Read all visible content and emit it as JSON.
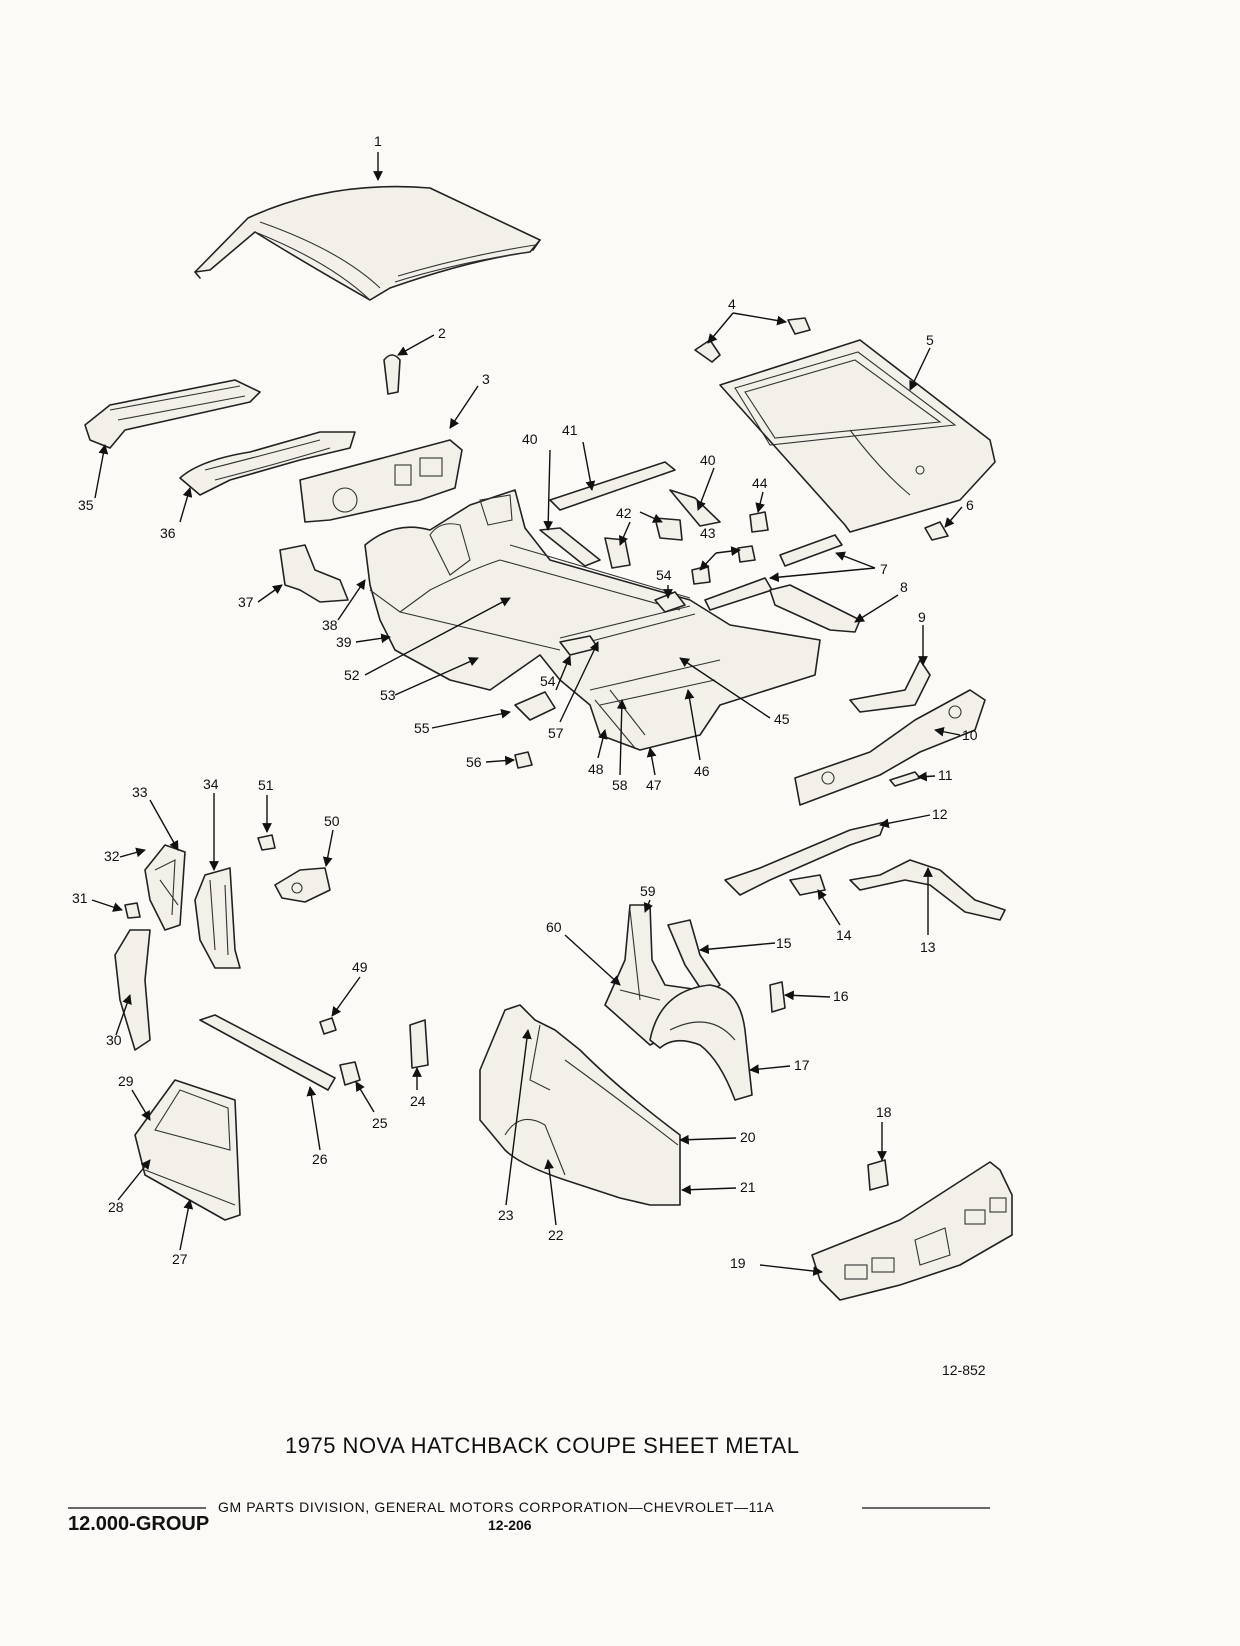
{
  "diagram": {
    "title": "1975 NOVA HATCHBACK COUPE SHEET METAL",
    "illustration_ref": "12-852",
    "footer": {
      "division_line": "GM PARTS DIVISION, GENERAL MOTORS CORPORATION—CHEVROLET—11A",
      "group": "12.000-GROUP",
      "page": "12-206"
    },
    "callouts": [
      "1",
      "2",
      "3",
      "4",
      "5",
      "6",
      "7",
      "8",
      "9",
      "10",
      "11",
      "12",
      "13",
      "14",
      "15",
      "16",
      "17",
      "18",
      "19",
      "20",
      "21",
      "22",
      "23",
      "24",
      "25",
      "26",
      "27",
      "28",
      "29",
      "30",
      "31",
      "32",
      "33",
      "34",
      "35",
      "36",
      "37",
      "38",
      "39",
      "40",
      "40",
      "41",
      "42",
      "43",
      "44",
      "45",
      "46",
      "47",
      "48",
      "49",
      "50",
      "51",
      "52",
      "53",
      "54",
      "54",
      "55",
      "56",
      "57",
      "58",
      "59",
      "60"
    ]
  }
}
